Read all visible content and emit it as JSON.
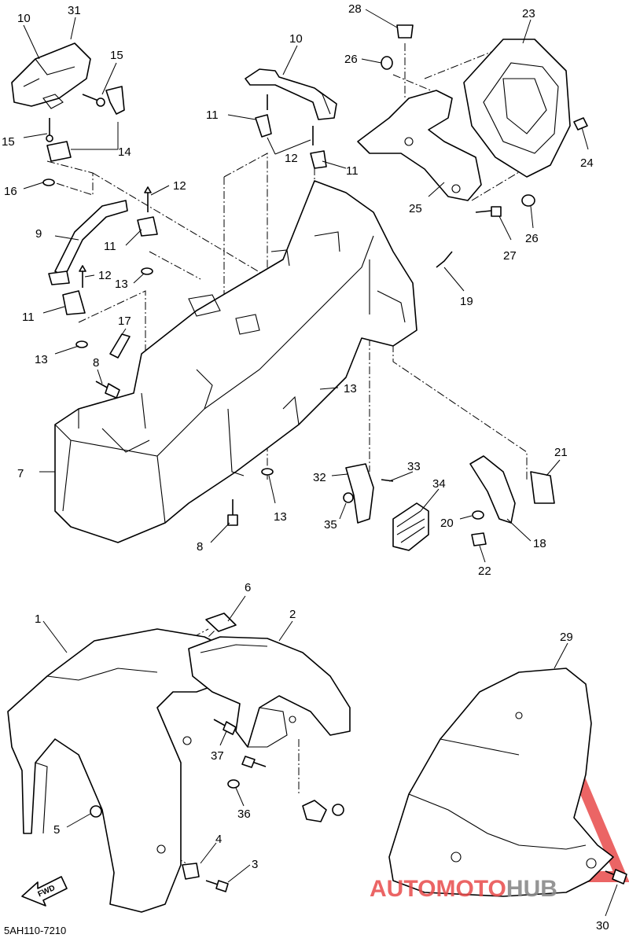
{
  "diagram_code": "5AH110-7210",
  "fwd_label": "FWD",
  "watermark": {
    "brand_part1": "AUTOMOTO",
    "brand_part2": "HUB",
    "color_red": "#e84a4a",
    "color_gray": "#8a8a8a"
  },
  "callouts": [
    {
      "id": "c10a",
      "num": "10"
    },
    {
      "id": "c31",
      "num": "31"
    },
    {
      "id": "c15a",
      "num": "15"
    },
    {
      "id": "c15b",
      "num": "15"
    },
    {
      "id": "c14",
      "num": "14"
    },
    {
      "id": "c16",
      "num": "16"
    },
    {
      "id": "c10b",
      "num": "10"
    },
    {
      "id": "c11a",
      "num": "11"
    },
    {
      "id": "c12a",
      "num": "12"
    },
    {
      "id": "c11b",
      "num": "11"
    },
    {
      "id": "c12b",
      "num": "12"
    },
    {
      "id": "c9",
      "num": "9"
    },
    {
      "id": "c11c",
      "num": "11"
    },
    {
      "id": "c12c",
      "num": "12"
    },
    {
      "id": "c13a",
      "num": "13"
    },
    {
      "id": "c11d",
      "num": "11"
    },
    {
      "id": "c13b",
      "num": "13"
    },
    {
      "id": "c17",
      "num": "17"
    },
    {
      "id": "c8a",
      "num": "8"
    },
    {
      "id": "c7",
      "num": "7"
    },
    {
      "id": "c8b",
      "num": "8"
    },
    {
      "id": "c13c",
      "num": "13"
    },
    {
      "id": "c13d",
      "num": "13"
    },
    {
      "id": "c28",
      "num": "28"
    },
    {
      "id": "c23",
      "num": "23"
    },
    {
      "id": "c26a",
      "num": "26"
    },
    {
      "id": "c24",
      "num": "24"
    },
    {
      "id": "c25",
      "num": "25"
    },
    {
      "id": "c26b",
      "num": "26"
    },
    {
      "id": "c27",
      "num": "27"
    },
    {
      "id": "c19",
      "num": "19"
    },
    {
      "id": "c33",
      "num": "33"
    },
    {
      "id": "c32",
      "num": "32"
    },
    {
      "id": "c34",
      "num": "34"
    },
    {
      "id": "c35",
      "num": "35"
    },
    {
      "id": "c21",
      "num": "21"
    },
    {
      "id": "c20",
      "num": "20"
    },
    {
      "id": "c18",
      "num": "18"
    },
    {
      "id": "c22",
      "num": "22"
    },
    {
      "id": "c6",
      "num": "6"
    },
    {
      "id": "c1",
      "num": "1"
    },
    {
      "id": "c2",
      "num": "2"
    },
    {
      "id": "c29",
      "num": "29"
    },
    {
      "id": "c37",
      "num": "37"
    },
    {
      "id": "c36",
      "num": "36"
    },
    {
      "id": "c5",
      "num": "5"
    },
    {
      "id": "c4",
      "num": "4"
    },
    {
      "id": "c3",
      "num": "3"
    },
    {
      "id": "c30",
      "num": "30"
    }
  ]
}
